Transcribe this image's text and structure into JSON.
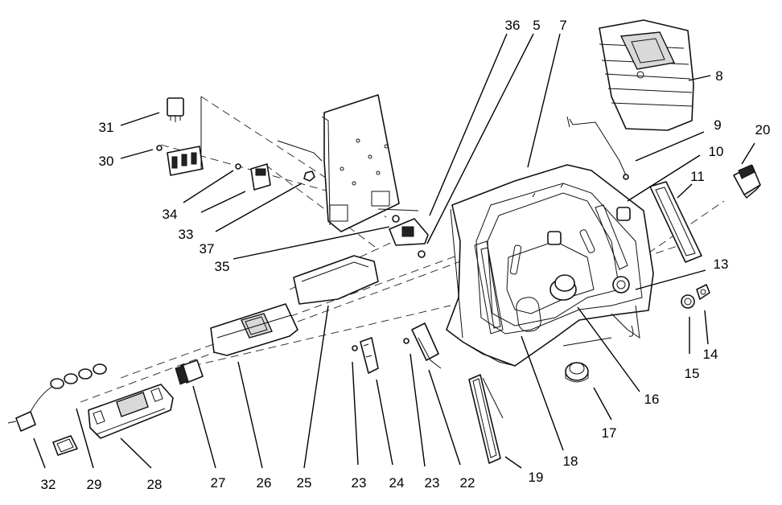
{
  "figure": {
    "callouts": [
      {
        "id": "c36",
        "text": "36"
      },
      {
        "id": "c5",
        "text": "5"
      },
      {
        "id": "c7",
        "text": "7"
      },
      {
        "id": "c8",
        "text": "8"
      },
      {
        "id": "c9",
        "text": "9"
      },
      {
        "id": "c10",
        "text": "10"
      },
      {
        "id": "c11",
        "text": "11"
      },
      {
        "id": "c20",
        "text": "20"
      },
      {
        "id": "c13",
        "text": "13"
      },
      {
        "id": "c15",
        "text": "15"
      },
      {
        "id": "c14",
        "text": "14"
      },
      {
        "id": "c16",
        "text": "16"
      },
      {
        "id": "c17",
        "text": "17"
      },
      {
        "id": "c18",
        "text": "18"
      },
      {
        "id": "c19",
        "text": "19"
      },
      {
        "id": "c22",
        "text": "22"
      },
      {
        "id": "c23b",
        "text": "23"
      },
      {
        "id": "c24",
        "text": "24"
      },
      {
        "id": "c23a",
        "text": "23"
      },
      {
        "id": "c25",
        "text": "25"
      },
      {
        "id": "c26",
        "text": "26"
      },
      {
        "id": "c27",
        "text": "27"
      },
      {
        "id": "c28",
        "text": "28"
      },
      {
        "id": "c29",
        "text": "29"
      },
      {
        "id": "c32",
        "text": "32"
      },
      {
        "id": "c31",
        "text": "31"
      },
      {
        "id": "c30",
        "text": "30"
      },
      {
        "id": "c34",
        "text": "34"
      },
      {
        "id": "c33",
        "text": "33"
      },
      {
        "id": "c37",
        "text": "37"
      },
      {
        "id": "c35",
        "text": "35"
      }
    ]
  }
}
